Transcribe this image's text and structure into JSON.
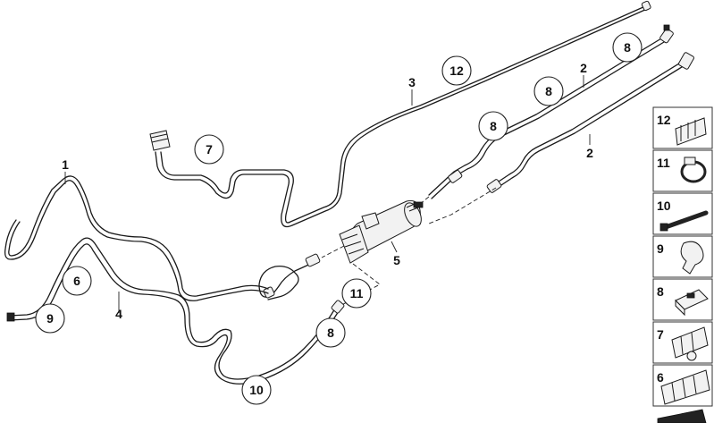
{
  "diagram": {
    "callouts": {
      "c12_top": "12",
      "c8_top": "8",
      "c8_mid": "8",
      "c8_lower": "8",
      "c7": "7",
      "c6": "6",
      "c9": "9",
      "c11": "11",
      "c8_bottom": "8",
      "c10": "10"
    },
    "labels": {
      "l3": "3",
      "l2_top": "2",
      "l2_right": "2",
      "l1": "1",
      "l4": "4",
      "l5": "5"
    },
    "legend": [
      "12",
      "11",
      "10",
      "9",
      "8",
      "7",
      "6"
    ]
  }
}
